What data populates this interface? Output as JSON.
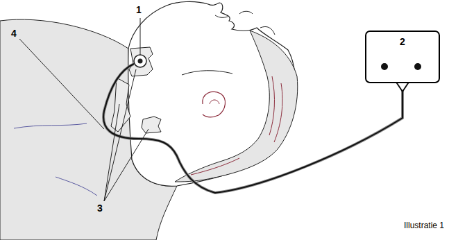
{
  "diagram": {
    "caption": "Illustratie 1",
    "nodes": [
      {
        "text": [
          "2"
        ]
      }
    ],
    "labels": [
      "1",
      "3",
      "4"
    ]
  }
}
